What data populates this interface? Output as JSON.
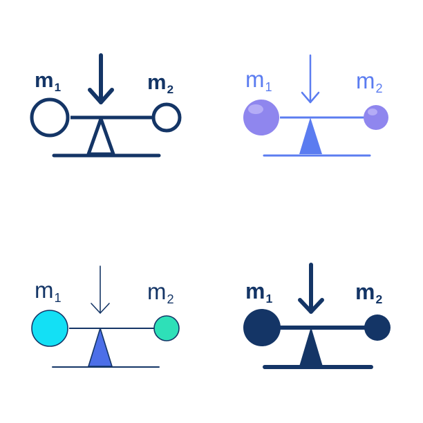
{
  "labels": {
    "m1_base": "m",
    "m1_sub": "1",
    "m2_base": "m",
    "m2_sub": "2"
  },
  "icon_names": {
    "outline": "seesaw-outline-icon",
    "flat": "seesaw-flat-icon",
    "color": "seesaw-color-icon",
    "solid": "seesaw-solid-icon"
  },
  "colors": {
    "dark_navy": "#143566",
    "periwinkle": "#5b7cf0",
    "lavender": "#8f86ee",
    "lavender_highlight": "#b4acf6",
    "cyan": "#13e0f5",
    "mint": "#2ee0b8",
    "blue_fulcrum": "#4c6fe8",
    "white": "#ffffff"
  }
}
